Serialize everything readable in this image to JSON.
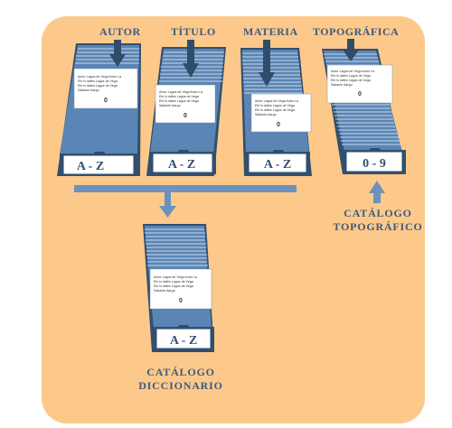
{
  "headers": {
    "autor": "AUTOR",
    "titulo": "TÍTULO",
    "materia": "MATERIA",
    "topografica": "TOPOGRÁFICA"
  },
  "drawer_labels": {
    "autor": "A - Z",
    "titulo": "A - Z",
    "materia": "A - Z",
    "topografica": "0 - 9",
    "diccionario": "A - Z"
  },
  "captions": {
    "topografico": [
      "CATÁLOGO",
      "TOPOGRÁFICO"
    ],
    "diccionario": [
      "CATÁLOGO",
      "DICCIONARIO"
    ]
  },
  "card_text": {
    "line1": "Autor Lagos de Vega Autor La",
    "line2": "Ele        Is dafes Lagos de Vega",
    "line3": "Ele        Is dafes Lagos de Vega",
    "line4": "Saltante   Aargo",
    "number": "0"
  },
  "colors": {
    "background_panel": "#fdc98a",
    "drawer_blue": "#5a85b4",
    "drawer_dark": "#31506f",
    "arrow_dark": "#2e4d6b",
    "arrow_light": "#6a92bd",
    "label_text": "#3d5a80"
  }
}
